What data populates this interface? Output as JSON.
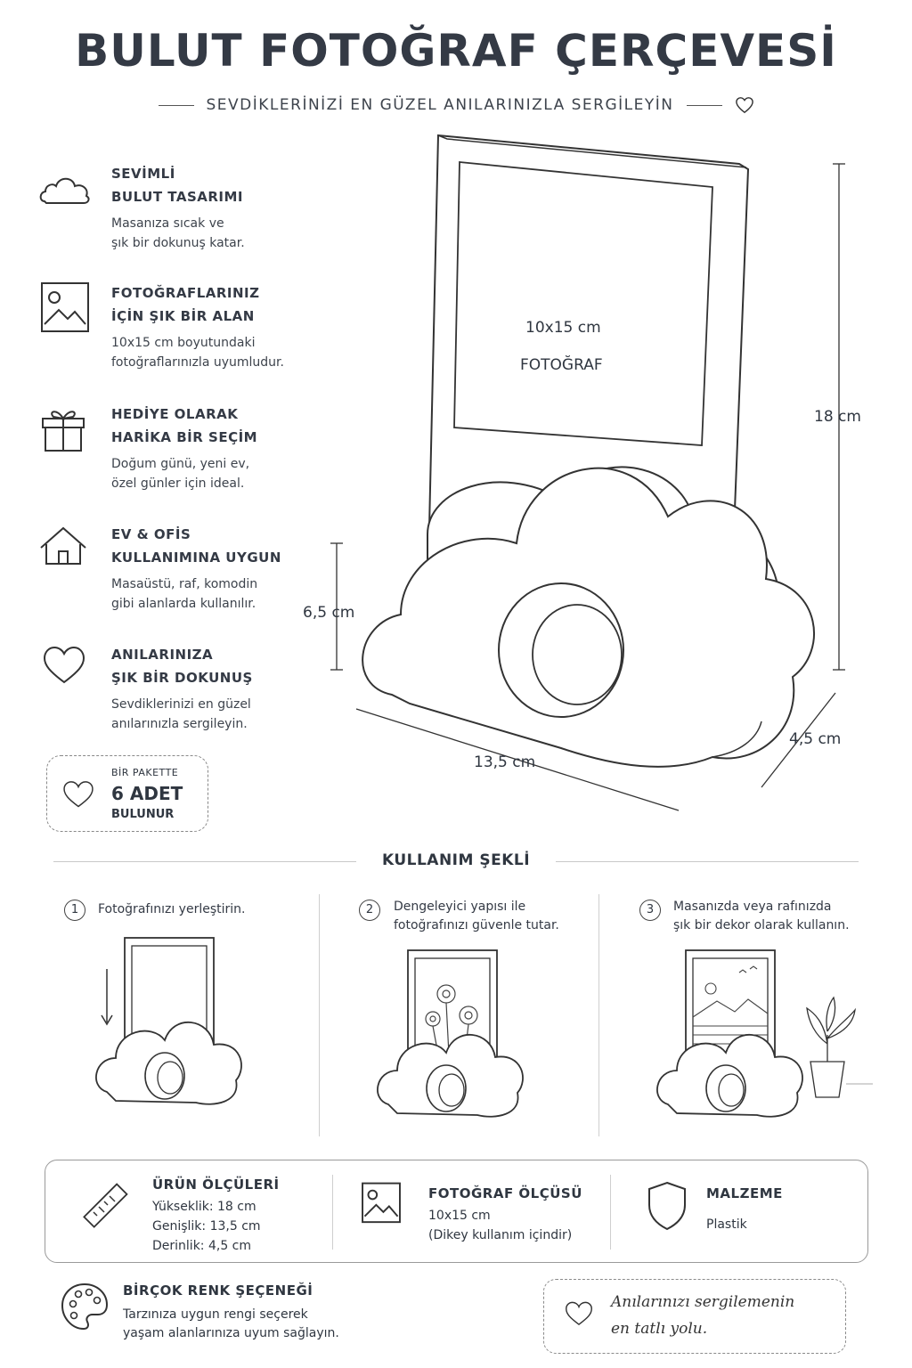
{
  "header": {
    "title": "BULUT FOTOĞRAF ÇERÇEVESİ",
    "subtitle": "SEVDİKLERİNİZİ EN GÜZEL ANILARINIZLA SERGİLEYİN"
  },
  "features": [
    {
      "icon": "cloud-icon",
      "title": "SEVİMLİ\nBULUT TASARIMI",
      "desc": "Masanıza sıcak ve\nşık bir dokunuş katar."
    },
    {
      "icon": "image-icon",
      "title": "FOTOĞRAFLARINIZ\nİÇİN ŞIK BİR ALAN",
      "desc": "10x15 cm boyutundaki\nfotoğraflarınızla uyumludur."
    },
    {
      "icon": "gift-icon",
      "title": "HEDİYE OLARAK\nHARİKA BİR SEÇİM",
      "desc": "Doğum günü, yeni ev,\nözel günler için ideal."
    },
    {
      "icon": "house-icon",
      "title": "EV & OFİS\nKULLANIMINA UYGUN",
      "desc": "Masaüstü, raf, komodin\ngibi alanlarda kullanılır."
    },
    {
      "icon": "heart-icon",
      "title": "ANILARINIZA\nŞIK BİR DOKUNUŞ",
      "desc": "Sevdiklerinizi en güzel\nanılarınızla sergileyin."
    }
  ],
  "pack": {
    "line1": "BİR PAKETTE",
    "line2": "6 ADET",
    "line3": "BULUNUR"
  },
  "product": {
    "photo_label_1": "10x15 cm",
    "photo_label_2": "FOTOĞRAF",
    "dim_height": "18 cm",
    "dim_base_height": "6,5 cm",
    "dim_width": "13,5 cm",
    "dim_depth": "4,5 cm"
  },
  "usage": {
    "title": "KULLANIM ŞEKLİ",
    "steps": [
      {
        "num": "1",
        "text": "Fotoğrafınızı yerleştirin."
      },
      {
        "num": "2",
        "text": "Dengeleyici yapısı ile\nfotoğrafınızı güvenle tutar."
      },
      {
        "num": "3",
        "text": "Masanızda veya rafınızda\nşık bir dekor olarak kullanın."
      }
    ]
  },
  "specs": {
    "dimensions": {
      "title": "ÜRÜN ÖLÇÜLERİ",
      "height": "Yükseklik: 18 cm",
      "width": "Genişlik: 13,5 cm",
      "depth": "Derinlik: 4,5 cm"
    },
    "photo": {
      "title": "FOTOĞRAF ÖLÇÜSÜ",
      "size": "10x15 cm",
      "note": "(Dikey kullanım içindir)"
    },
    "material": {
      "title": "MALZEME",
      "value": "Plastik"
    }
  },
  "colors": {
    "title": "BİRÇOK RENK ŞEÇENEĞİ",
    "desc": "Tarzınıza uygun rengi seçerek\nyaşam alanlarınıza uyum sağlayın."
  },
  "tagline": "Anılarınızı sergilemenin\nen tatlı yolu."
}
